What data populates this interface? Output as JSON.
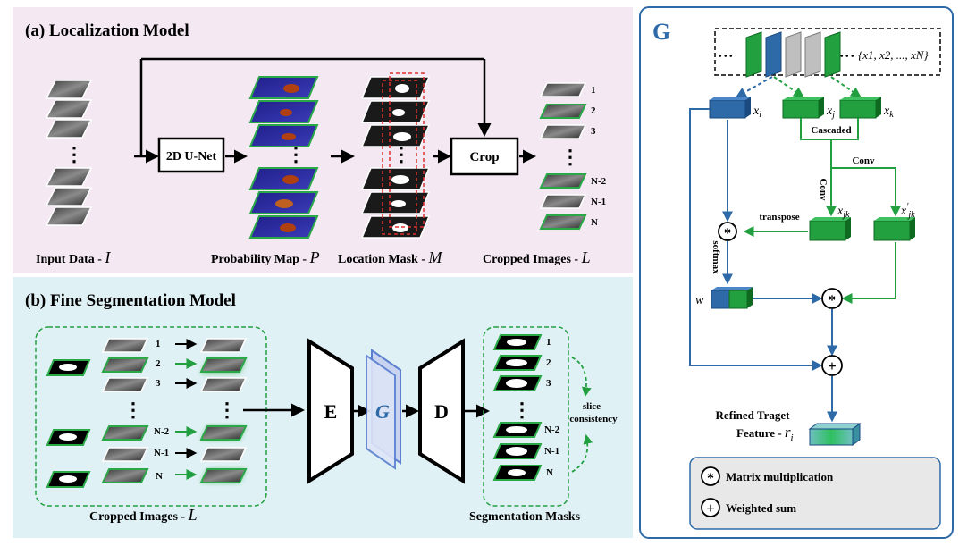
{
  "panel_a": {
    "title": "(a)   Localization Model",
    "unet_label": "2D U-Net",
    "crop_label": "Crop",
    "ellipsis": "⋮",
    "input_label": "Input Data - ",
    "input_sym": "I",
    "prob_label": "Probability Map - ",
    "prob_sym": "P",
    "mask_label": "Location Mask - ",
    "mask_sym": "M",
    "cropped_label": "Cropped Images - ",
    "cropped_sym": "L",
    "slice_numbers": [
      "1",
      "2",
      "3",
      "N-2",
      "N-1",
      "N"
    ]
  },
  "panel_b": {
    "title": "(b)   Fine Segmentation Model",
    "encoder": "E",
    "g_label": "G",
    "decoder": "D",
    "slice_numbers": [
      "1",
      "2",
      "3",
      "N-2",
      "N-1",
      "N"
    ],
    "cropped_label": "Cropped Images - ",
    "cropped_sym": "L",
    "seg_label": "Segmentation Masks",
    "consistency_line1": "slice",
    "consistency_line2": "consistency"
  },
  "panel_g": {
    "title": "G",
    "set_notation": "{x1, x2, ..., xN}",
    "dots": "• • •",
    "xi": "x",
    "xi_sub": "i",
    "xj": "x",
    "xj_sub": "j",
    "xk": "x",
    "xk_sub": "k",
    "cascaded": "Cascaded",
    "conv_h": "Conv",
    "conv_v": "Conv",
    "xjk": "x",
    "xjk_sub": "jk",
    "xjk_prime": "x",
    "xjk_prime_sub": "jk",
    "xjk_prime_sup": "'",
    "transpose": "transpose",
    "softmax": "softmax",
    "w": "w",
    "refined_line1": "Refined Traget",
    "refined_line2": "Feature - ",
    "refined_sym": "r",
    "refined_sub": "i",
    "legend_mm": "Matrix multiplication",
    "legend_ws": "Weighted sum",
    "mm_symbol": "*",
    "ws_symbol": "+"
  },
  "colors": {
    "panel_a_bg": "#f4e9f3",
    "panel_b_bg": "#e0f1f5",
    "panel_g_border": "#2e6aa8",
    "panel_g_bg": "#ffffff",
    "blue_arrow": "#2e6aa8",
    "green_arrow": "#22a040",
    "slice_green": "#2aa847",
    "prob_purple": "#2a2a9a",
    "legend_bg": "#e8e8e8"
  }
}
